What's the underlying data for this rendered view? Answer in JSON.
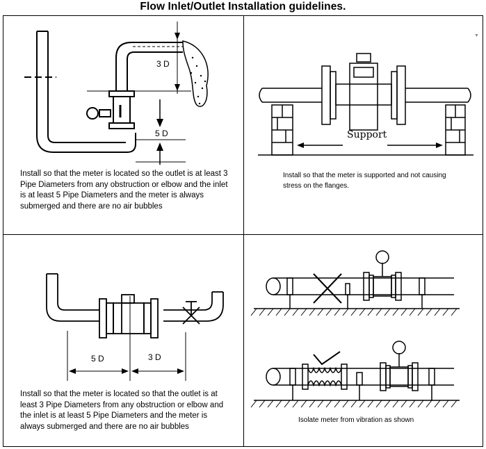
{
  "title": "Flow Inlet/Outlet Installation guidelines.",
  "panels": [
    {
      "caption": "Install so that the meter is located so the outlet is at least 3 Pipe Diameters from any obstruction or elbow and the inlet is at least 5 Pipe Diameters and the meter is always submerged and there are no air bubbles",
      "labels": {
        "top_distance": "3 D",
        "bottom_distance": "5 D"
      }
    },
    {
      "caption": "Install so that the meter is supported and not causing stress on the flanges.",
      "labels": {
        "support": "Support"
      }
    },
    {
      "caption": "Install so that the meter is located so that the  outlet is at least 3 Pipe Diameters from any obstruction or elbow and the inlet is at least 5 Pipe Diameters and the meter is always submerged and there are no air bubbles",
      "labels": {
        "left_distance": "5 D",
        "right_distance": "3 D"
      }
    },
    {
      "caption": "Isolate meter from vibration as shown",
      "labels": {}
    }
  ]
}
